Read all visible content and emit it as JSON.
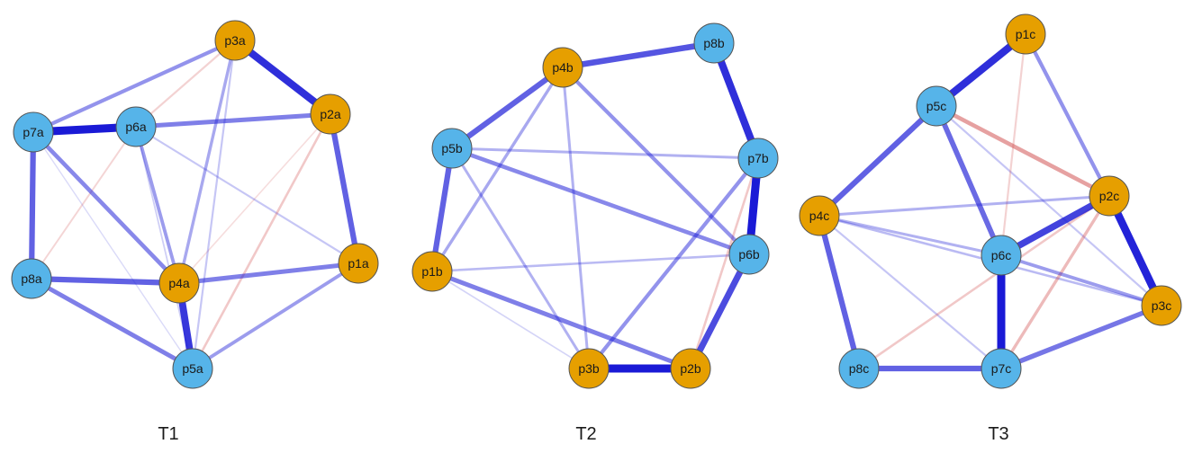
{
  "colors": {
    "blue_node": "#56b4e9",
    "orange_node": "#e69f00",
    "node_stroke": "#555555",
    "positive_edge": "#1a1ad6",
    "negative_edge": "#d04a4a"
  },
  "panels": [
    {
      "id": "t1",
      "label": "T1",
      "nodes": [
        {
          "id": "p3a",
          "label": "p3a",
          "group": "orange"
        },
        {
          "id": "p2a",
          "label": "p2a",
          "group": "orange"
        },
        {
          "id": "p7a",
          "label": "p7a",
          "group": "blue"
        },
        {
          "id": "p6a",
          "label": "p6a",
          "group": "blue"
        },
        {
          "id": "p8a",
          "label": "p8a",
          "group": "blue"
        },
        {
          "id": "p4a",
          "label": "p4a",
          "group": "orange"
        },
        {
          "id": "p1a",
          "label": "p1a",
          "group": "orange"
        },
        {
          "id": "p5a",
          "label": "p5a",
          "group": "blue"
        }
      ],
      "edges": [
        {
          "source": "p3a",
          "target": "p2a",
          "weight": 0.9,
          "sign": "positive"
        },
        {
          "source": "p7a",
          "target": "p6a",
          "weight": 1.0,
          "sign": "positive"
        },
        {
          "source": "p4a",
          "target": "p5a",
          "weight": 0.85,
          "sign": "positive"
        },
        {
          "source": "p7a",
          "target": "p8a",
          "weight": 0.65,
          "sign": "positive"
        },
        {
          "source": "p2a",
          "target": "p1a",
          "weight": 0.65,
          "sign": "positive"
        },
        {
          "source": "p8a",
          "target": "p4a",
          "weight": 0.65,
          "sign": "positive"
        },
        {
          "source": "p6a",
          "target": "p2a",
          "weight": 0.5,
          "sign": "positive"
        },
        {
          "source": "p7a",
          "target": "p3a",
          "weight": 0.4,
          "sign": "positive"
        },
        {
          "source": "p4a",
          "target": "p1a",
          "weight": 0.5,
          "sign": "positive"
        },
        {
          "source": "p8a",
          "target": "p5a",
          "weight": 0.5,
          "sign": "positive"
        },
        {
          "source": "p5a",
          "target": "p1a",
          "weight": 0.35,
          "sign": "positive"
        },
        {
          "source": "p7a",
          "target": "p4a",
          "weight": 0.45,
          "sign": "positive"
        },
        {
          "source": "p6a",
          "target": "p4a",
          "weight": 0.35,
          "sign": "positive"
        },
        {
          "source": "p3a",
          "target": "p4a",
          "weight": 0.3,
          "sign": "positive"
        },
        {
          "source": "p6a",
          "target": "p1a",
          "weight": 0.15,
          "sign": "positive"
        },
        {
          "source": "p3a",
          "target": "p5a",
          "weight": 0.15,
          "sign": "positive"
        },
        {
          "source": "p6a",
          "target": "p5a",
          "weight": 0.1,
          "sign": "positive"
        },
        {
          "source": "p7a",
          "target": "p5a",
          "weight": 0.05,
          "sign": "positive"
        },
        {
          "source": "p3a",
          "target": "p6a",
          "weight": 0.15,
          "sign": "negative"
        },
        {
          "source": "p2a",
          "target": "p5a",
          "weight": 0.2,
          "sign": "negative"
        },
        {
          "source": "p8a",
          "target": "p6a",
          "weight": 0.12,
          "sign": "negative"
        },
        {
          "source": "p4a",
          "target": "p2a",
          "weight": 0.08,
          "sign": "negative"
        }
      ]
    },
    {
      "id": "t2",
      "label": "T2",
      "nodes": [
        {
          "id": "p4b",
          "label": "p4b",
          "group": "orange"
        },
        {
          "id": "p8b",
          "label": "p8b",
          "group": "blue"
        },
        {
          "id": "p5b",
          "label": "p5b",
          "group": "blue"
        },
        {
          "id": "p7b",
          "label": "p7b",
          "group": "blue"
        },
        {
          "id": "p6b",
          "label": "p6b",
          "group": "blue"
        },
        {
          "id": "p1b",
          "label": "p1b",
          "group": "orange"
        },
        {
          "id": "p3b",
          "label": "p3b",
          "group": "orange"
        },
        {
          "id": "p2b",
          "label": "p2b",
          "group": "orange"
        }
      ],
      "edges": [
        {
          "source": "p8b",
          "target": "p7b",
          "weight": 0.9,
          "sign": "positive"
        },
        {
          "source": "p7b",
          "target": "p6b",
          "weight": 1.0,
          "sign": "positive"
        },
        {
          "source": "p3b",
          "target": "p2b",
          "weight": 1.0,
          "sign": "positive"
        },
        {
          "source": "p4b",
          "target": "p8b",
          "weight": 0.7,
          "sign": "positive"
        },
        {
          "source": "p6b",
          "target": "p2b",
          "weight": 0.75,
          "sign": "positive"
        },
        {
          "source": "p4b",
          "target": "p5b",
          "weight": 0.65,
          "sign": "positive"
        },
        {
          "source": "p5b",
          "target": "p1b",
          "weight": 0.65,
          "sign": "positive"
        },
        {
          "source": "p1b",
          "target": "p2b",
          "weight": 0.5,
          "sign": "positive"
        },
        {
          "source": "p5b",
          "target": "p6b",
          "weight": 0.45,
          "sign": "positive"
        },
        {
          "source": "p4b",
          "target": "p6b",
          "weight": 0.4,
          "sign": "positive"
        },
        {
          "source": "p7b",
          "target": "p3b",
          "weight": 0.4,
          "sign": "positive"
        },
        {
          "source": "p4b",
          "target": "p1b",
          "weight": 0.3,
          "sign": "positive"
        },
        {
          "source": "p5b",
          "target": "p7b",
          "weight": 0.25,
          "sign": "positive"
        },
        {
          "source": "p4b",
          "target": "p3b",
          "weight": 0.25,
          "sign": "positive"
        },
        {
          "source": "p1b",
          "target": "p6b",
          "weight": 0.2,
          "sign": "positive"
        },
        {
          "source": "p5b",
          "target": "p3b",
          "weight": 0.25,
          "sign": "positive"
        },
        {
          "source": "p1b",
          "target": "p3b",
          "weight": 0.08,
          "sign": "positive"
        },
        {
          "source": "p7b",
          "target": "p2b",
          "weight": 0.2,
          "sign": "negative"
        }
      ]
    },
    {
      "id": "t3",
      "label": "T3",
      "nodes": [
        {
          "id": "p1c",
          "label": "p1c",
          "group": "orange"
        },
        {
          "id": "p5c",
          "label": "p5c",
          "group": "blue"
        },
        {
          "id": "p2c",
          "label": "p2c",
          "group": "orange"
        },
        {
          "id": "p4c",
          "label": "p4c",
          "group": "orange"
        },
        {
          "id": "p6c",
          "label": "p6c",
          "group": "blue"
        },
        {
          "id": "p3c",
          "label": "p3c",
          "group": "orange"
        },
        {
          "id": "p8c",
          "label": "p8c",
          "group": "blue"
        },
        {
          "id": "p7c",
          "label": "p7c",
          "group": "blue"
        }
      ],
      "edges": [
        {
          "source": "p1c",
          "target": "p5c",
          "weight": 0.9,
          "sign": "positive"
        },
        {
          "source": "p6c",
          "target": "p7c",
          "weight": 1.0,
          "sign": "positive"
        },
        {
          "source": "p2c",
          "target": "p3c",
          "weight": 0.95,
          "sign": "positive"
        },
        {
          "source": "p6c",
          "target": "p2c",
          "weight": 0.8,
          "sign": "positive"
        },
        {
          "source": "p5c",
          "target": "p4c",
          "weight": 0.65,
          "sign": "positive"
        },
        {
          "source": "p4c",
          "target": "p8c",
          "weight": 0.65,
          "sign": "positive"
        },
        {
          "source": "p8c",
          "target": "p7c",
          "weight": 0.65,
          "sign": "positive"
        },
        {
          "source": "p5c",
          "target": "p6c",
          "weight": 0.6,
          "sign": "positive"
        },
        {
          "source": "p7c",
          "target": "p3c",
          "weight": 0.55,
          "sign": "positive"
        },
        {
          "source": "p1c",
          "target": "p2c",
          "weight": 0.4,
          "sign": "positive"
        },
        {
          "source": "p6c",
          "target": "p3c",
          "weight": 0.35,
          "sign": "positive"
        },
        {
          "source": "p4c",
          "target": "p2c",
          "weight": 0.25,
          "sign": "positive"
        },
        {
          "source": "p4c",
          "target": "p6c",
          "weight": 0.25,
          "sign": "positive"
        },
        {
          "source": "p4c",
          "target": "p3c",
          "weight": 0.2,
          "sign": "positive"
        },
        {
          "source": "p4c",
          "target": "p7c",
          "weight": 0.15,
          "sign": "positive"
        },
        {
          "source": "p5c",
          "target": "p3c",
          "weight": 0.15,
          "sign": "positive"
        },
        {
          "source": "p5c",
          "target": "p2c",
          "weight": 0.45,
          "sign": "negative"
        },
        {
          "source": "p2c",
          "target": "p7c",
          "weight": 0.3,
          "sign": "negative"
        },
        {
          "source": "p1c",
          "target": "p6c",
          "weight": 0.15,
          "sign": "negative"
        },
        {
          "source": "p8c",
          "target": "p2c",
          "weight": 0.2,
          "sign": "negative"
        }
      ]
    }
  ]
}
